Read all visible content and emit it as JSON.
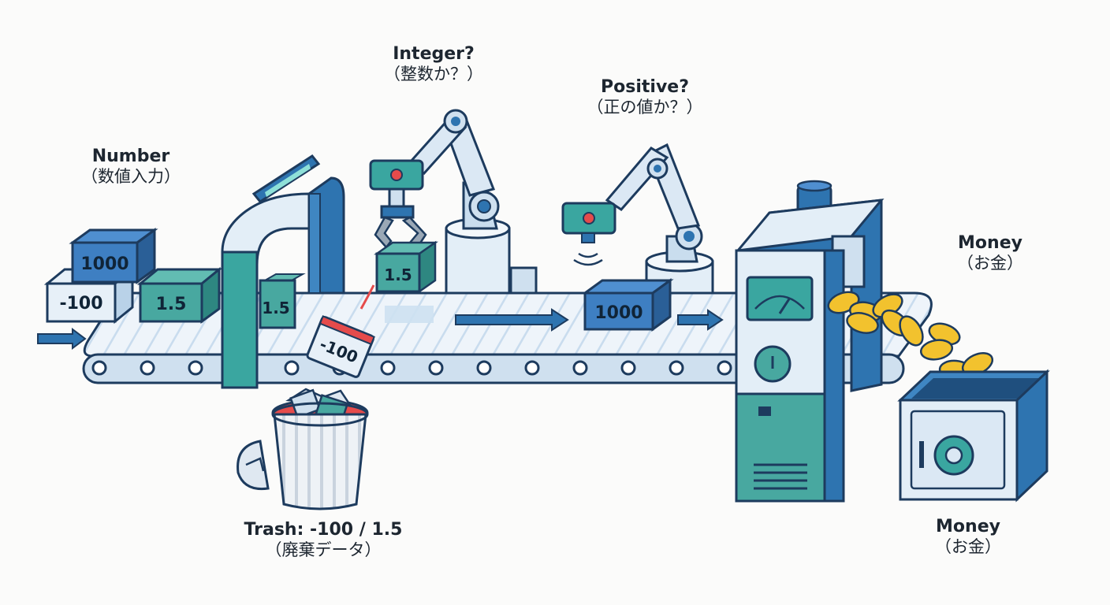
{
  "labels": {
    "number": {
      "en": "Number",
      "jp": "数値入力"
    },
    "integer": {
      "en": "Integer?",
      "jp": "整数か？"
    },
    "positive": {
      "en": "Positive?",
      "jp": "正の値か？"
    },
    "money_top": {
      "en": "Money",
      "jp": "お金"
    },
    "trash": {
      "en": "Trash: -100 / 1.5",
      "jp": "廃棄データ"
    },
    "money_bottom": {
      "en": "Money",
      "jp": "お金"
    }
  },
  "boxes": {
    "stack_top": "1000",
    "stack_bottom": "-100",
    "on_belt": "1.5",
    "in_gate": "1.5",
    "in_claw": "1.5",
    "falling": "-100",
    "passed": "1000"
  },
  "colors": {
    "outline": "#1d3b5e",
    "blue": "#2e74b0",
    "teal": "#3aa6a0",
    "light": "#e3eef7",
    "coin": "#f2c22e"
  }
}
